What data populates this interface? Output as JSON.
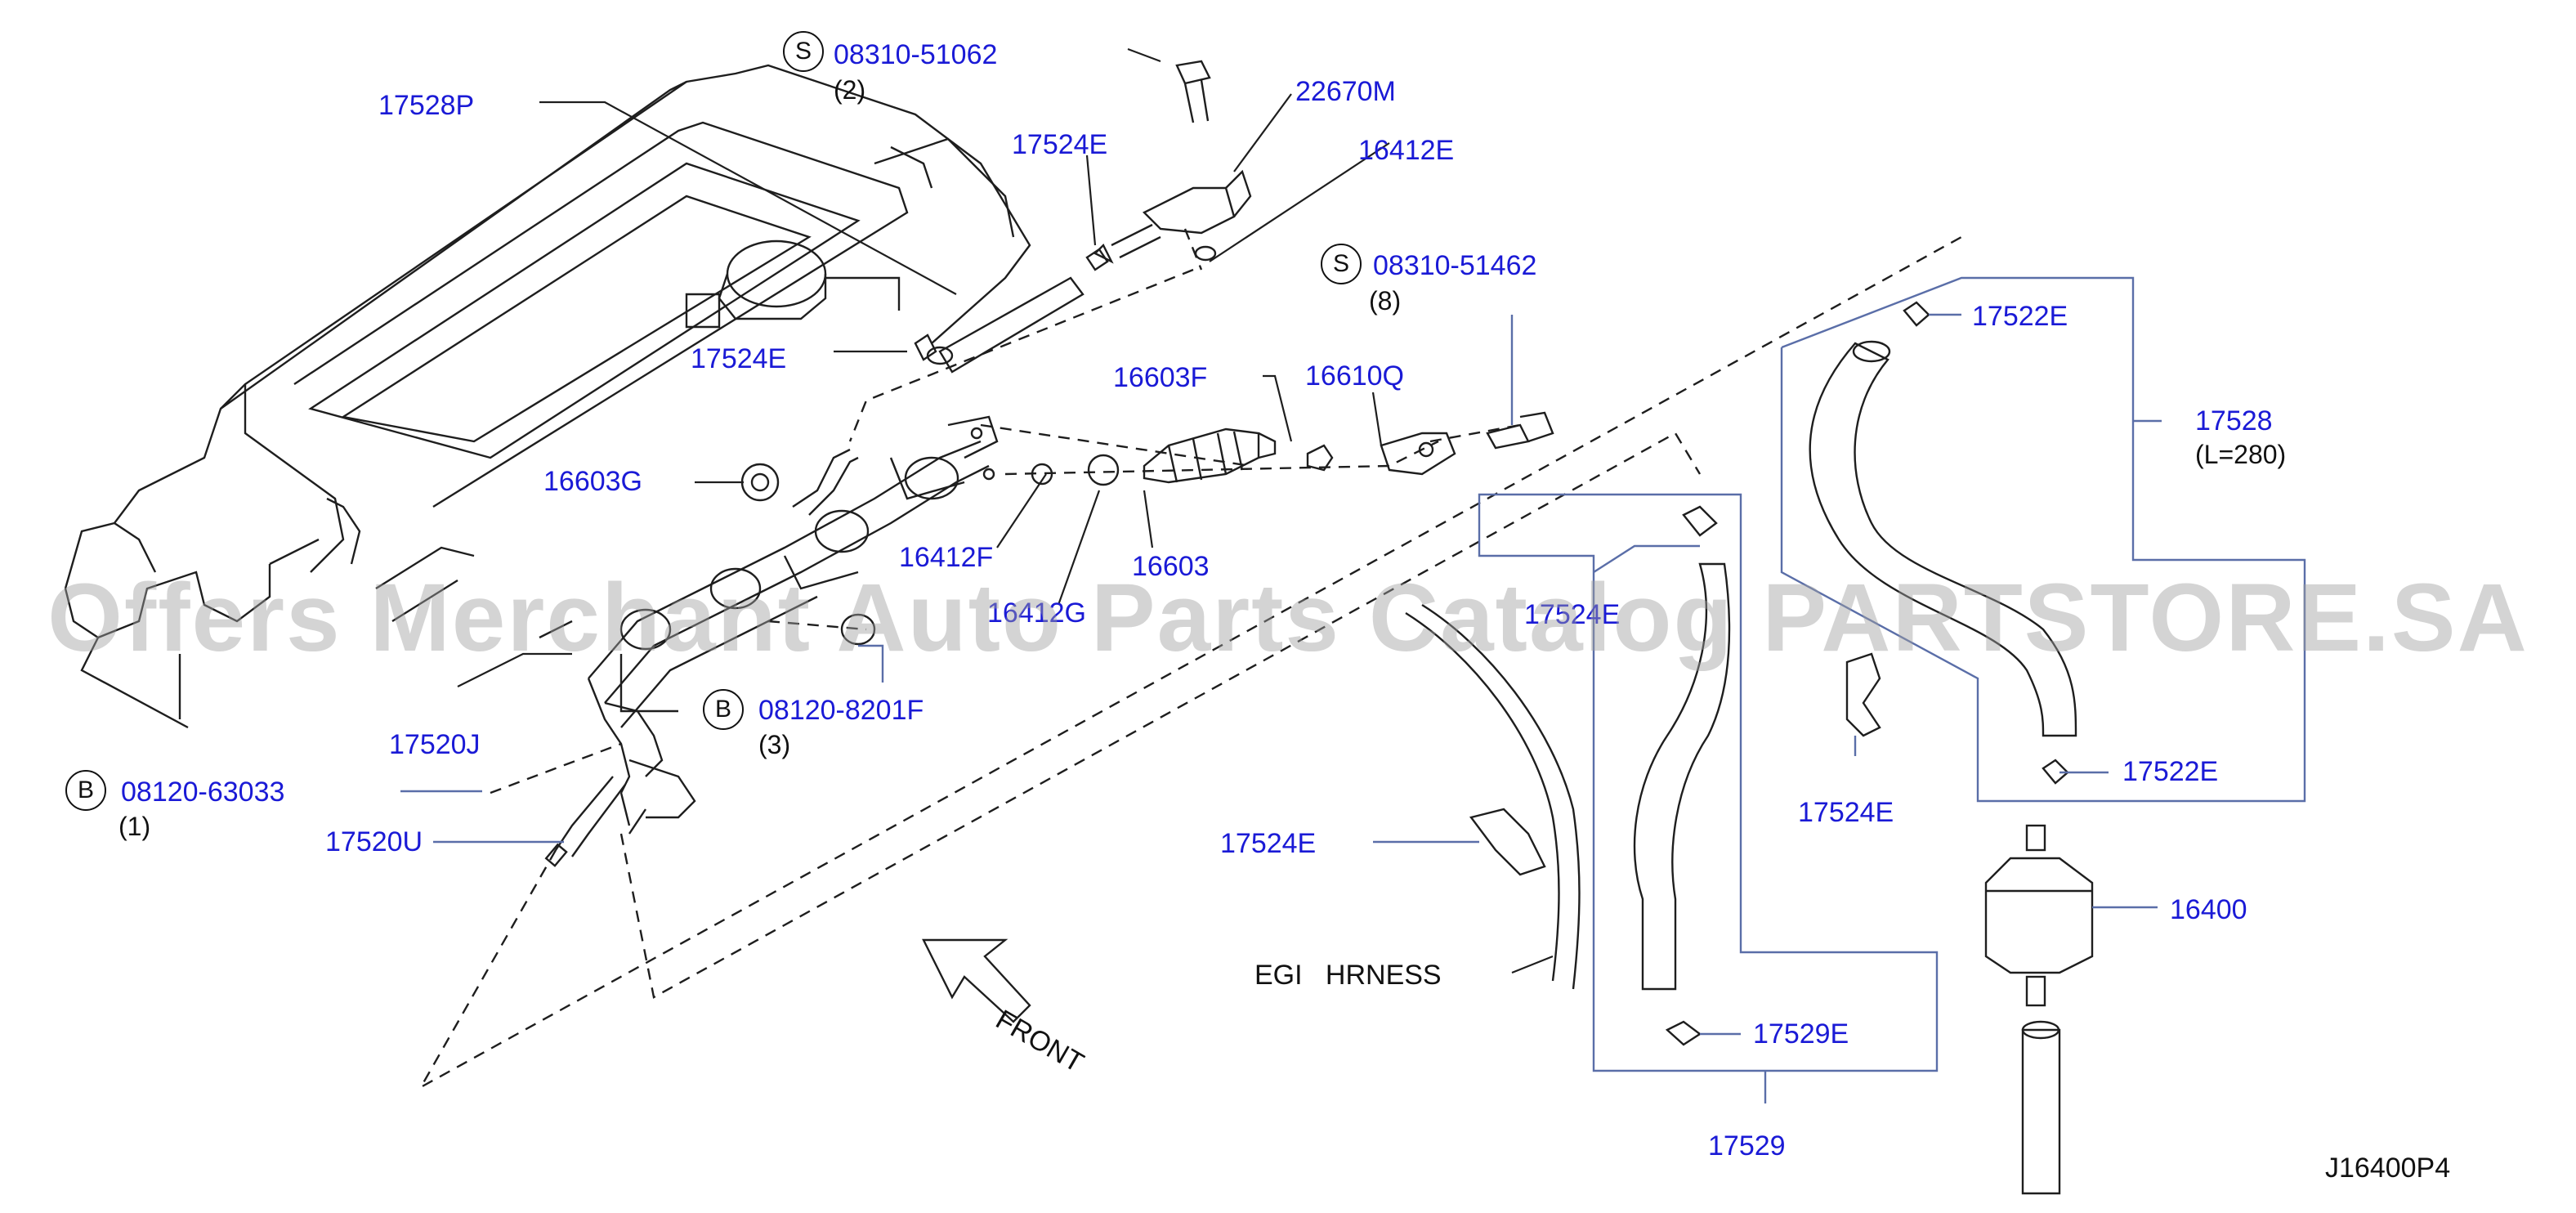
{
  "watermark": "Offers Merchant Auto Parts Catalog PARTSTORE.SA",
  "diagram_code": "J16400P4",
  "front_label": "FRONT",
  "harness_label": "EGI   HRNESS",
  "parts": {
    "p08310_51062": "08310-51062",
    "p17528P": "17528P",
    "p22670M": "22670M",
    "p17524E_a": "17524E",
    "p16412E": "16412E",
    "p08310_51462": "08310-51462",
    "p17524E_b": "17524E",
    "p16603F": "16603F",
    "p16610Q": "16610Q",
    "p17522E_a": "17522E",
    "p17528": "17528",
    "p17528_len": "(L=280)",
    "p16603G": "16603G",
    "p16412F": "16412F",
    "p16603": "16603",
    "p16412G": "16412G",
    "p17524E_c": "17524E",
    "p17524E_d": "17524E",
    "p08120_8201F": "08120-8201F",
    "p17520J": "17520J",
    "p17522E_b": "17522E",
    "p08120_63033": "08120-63033",
    "p17520U": "17520U",
    "p17524E_e": "17524E",
    "p16400": "16400",
    "p17529E": "17529E",
    "p17529": "17529"
  },
  "quantities": {
    "q2": "(2)",
    "q8": "(8)",
    "q3": "(3)",
    "q1": "(1)"
  },
  "badges": {
    "s1": "S",
    "s2": "S",
    "b1": "B",
    "b2": "B"
  }
}
